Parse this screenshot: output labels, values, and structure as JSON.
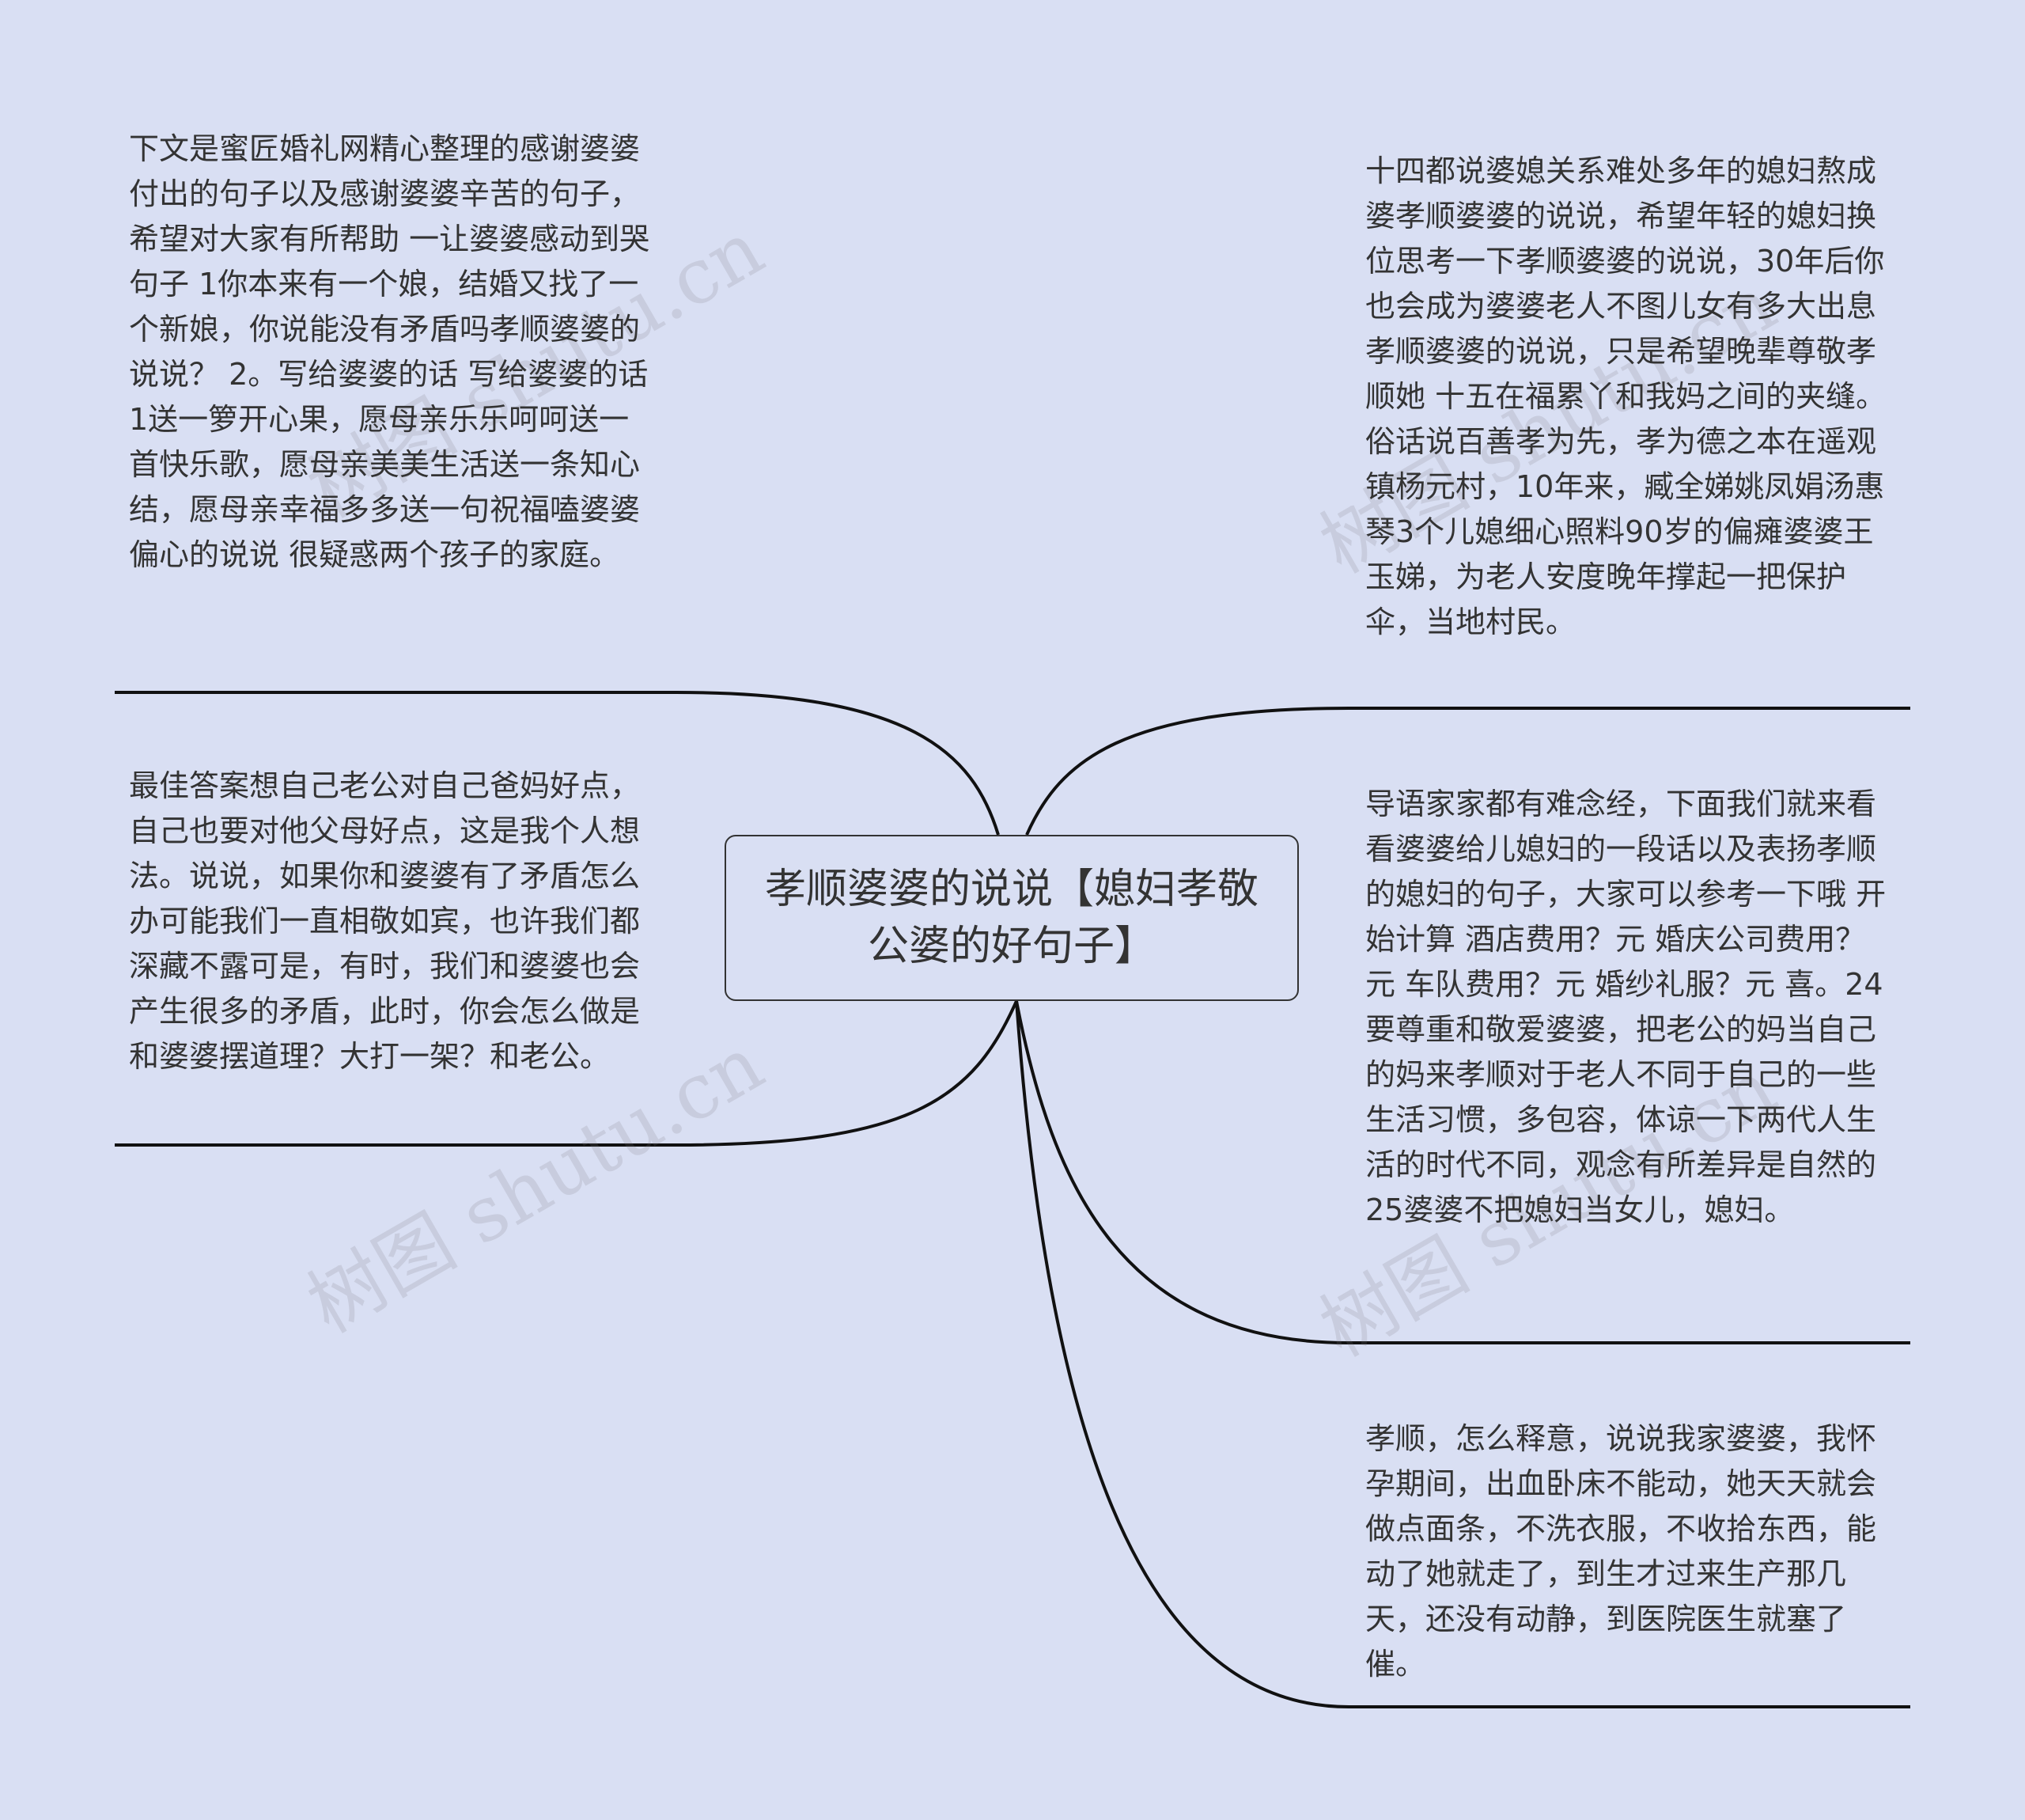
{
  "center": {
    "title": "孝顺婆婆的说说【媳妇孝敬公婆的好句子】"
  },
  "branches": [
    {
      "side": "left",
      "text": "下文是蜜匠婚礼网精心整理的感谢婆婆付出的句子以及感谢婆婆辛苦的句子，希望对大家有所帮助 一让婆婆感动到哭句子 1你本来有一个娘，结婚又找了一个新娘，你说能没有矛盾吗孝顺婆婆的说说？ 2。写给婆婆的话 写给婆婆的话 1送一箩开心果，愿母亲乐乐呵呵送一首快乐歌，愿母亲美美生活送一条知心结，愿母亲幸福多多送一句祝福嗑婆婆偏心的说说 很疑惑两个孩子的家庭。"
    },
    {
      "side": "left",
      "text": "最佳答案想自己老公对自己爸妈好点，自己也要对他父母好点，这是我个人想法。说说，如果你和婆婆有了矛盾怎么办可能我们一直相敬如宾，也许我们都深藏不露可是，有时，我们和婆婆也会产生很多的矛盾，此时，你会怎么做是和婆婆摆道理？大打一架？和老公。"
    },
    {
      "side": "right",
      "text": "十四都说婆媳关系难处多年的媳妇熬成婆孝顺婆婆的说说，希望年轻的媳妇换位思考一下孝顺婆婆的说说，30年后你也会成为婆婆老人不图儿女有多大出息孝顺婆婆的说说，只是希望晚辈尊敬孝顺她 十五在福累丫和我妈之间的夹缝。俗话说百善孝为先，孝为德之本在遥观镇杨元村，10年来，臧全娣姚凤娟汤惠琴3个儿媳细心照料90岁的偏瘫婆婆王玉娣，为老人安度晚年撑起一把保护伞，当地村民。"
    },
    {
      "side": "right",
      "text": "导语家家都有难念经，下面我们就来看看婆婆给儿媳妇的一段话以及表扬孝顺的媳妇的句子，大家可以参考一下哦 开始计算 酒店费用？元 婚庆公司费用？元 车队费用？元 婚纱礼服？元 喜。24要尊重和敬爱婆婆，把老公的妈当自己的妈来孝顺对于老人不同于自己的一些生活习惯，多包容，体谅一下两代人生活的时代不同，观念有所差异是自然的 25婆婆不把媳妇当女儿，媳妇。"
    },
    {
      "side": "right",
      "text": "孝顺，怎么释意，说说我家婆婆，我怀孕期间，出血卧床不能动，她天天就会做点面条，不洗衣服，不收拾东西，能动了她就走了，到生才过来生产那几天，还没有动静，到医院医生就塞了催。"
    }
  ],
  "watermarks": [
    "树图 shutu.cn",
    "树图 shutu.cn",
    "树图 shutu.cn",
    "树图 shutu.cn"
  ],
  "colors": {
    "background": "#d9dff3",
    "line": "#111111",
    "text": "#333333"
  }
}
